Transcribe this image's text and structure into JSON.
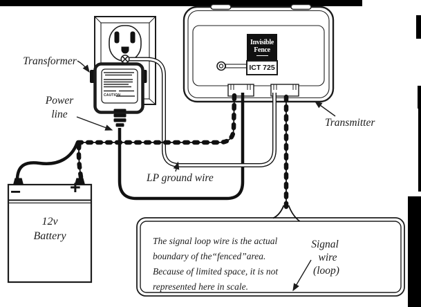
{
  "colors": {
    "ink": "#1c1c1c",
    "paper": "#ffffff"
  },
  "annotations": {
    "transformer": "Transformer",
    "power_line": {
      "word1": "Power",
      "word2": "line"
    },
    "lp_ground_wire": "LP ground wire",
    "transmitter": "Transmitter",
    "signal_wire": {
      "word1": "Signal",
      "word2": "wire",
      "word3": "(loop)"
    }
  },
  "devices": {
    "transmitter": {
      "brand_line1": "Invisible",
      "brand_line2": "Fence",
      "model": "ICT 725"
    },
    "transformer": {
      "caution": "CAUTION"
    },
    "battery": {
      "capacity": "12v",
      "name": "Battery",
      "negative": "−",
      "positive": "+"
    }
  },
  "note": {
    "line1": "The signal loop wire is the actual",
    "line2": "boundary of the“fenced”area.",
    "line3": "Because of limited space, it is not",
    "line4": "represented here in scale."
  }
}
